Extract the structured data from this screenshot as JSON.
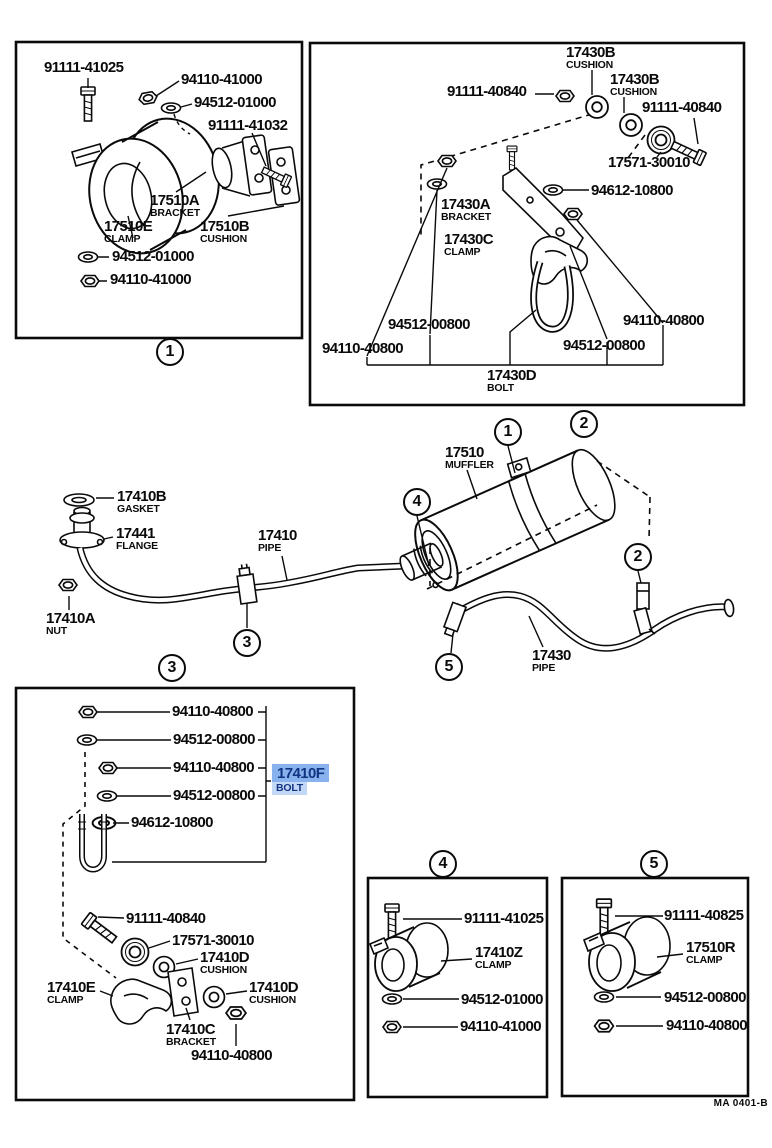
{
  "footer": {
    "code": "MA 0401-B"
  },
  "highlight": {
    "bg": "#88b2ee",
    "bg_light": "#c3d7f7",
    "fg": "#123583"
  },
  "box1": {
    "callout": "1",
    "parts": [
      {
        "number": "91111-41025"
      },
      {
        "number": "94110-41000"
      },
      {
        "number": "94512-01000"
      },
      {
        "number": "91111-41032"
      },
      {
        "number": "17510A",
        "name": "BRACKET"
      },
      {
        "number": "17510E",
        "name": "CLAMP"
      },
      {
        "number": "17510B",
        "name": "CUSHION"
      },
      {
        "number": "94512-01000"
      },
      {
        "number": "94110-41000"
      }
    ]
  },
  "box2": {
    "callout": "2",
    "parts": [
      {
        "number": "17430B",
        "name": "CUSHION"
      },
      {
        "number": "17430B",
        "name": "CUSHION"
      },
      {
        "number": "91111-40840"
      },
      {
        "number": "91111-40840"
      },
      {
        "number": "17571-30010"
      },
      {
        "number": "94612-10800"
      },
      {
        "number": "17430A",
        "name": "BRACKET"
      },
      {
        "number": "17430C",
        "name": "CLAMP"
      },
      {
        "number": "94512-00800"
      },
      {
        "number": "94110-40800"
      },
      {
        "number": "94110-40800"
      },
      {
        "number": "94512-00800"
      },
      {
        "number": "17430D",
        "name": "BOLT"
      }
    ]
  },
  "assembly": {
    "parts": [
      {
        "number": "17510",
        "name": "MUFFLER"
      },
      {
        "number": "17410",
        "name": "PIPE"
      },
      {
        "number": "17410B",
        "name": "GASKET"
      },
      {
        "number": "17441",
        "name": "FLANGE"
      },
      {
        "number": "17410A",
        "name": "NUT"
      },
      {
        "number": "17430",
        "name": "PIPE"
      }
    ],
    "callouts": [
      "1",
      "4",
      "2",
      "5",
      "3"
    ]
  },
  "box3": {
    "callout": "3",
    "parts": [
      {
        "number": "94110-40800"
      },
      {
        "number": "94512-00800"
      },
      {
        "number": "94110-40800"
      },
      {
        "number": "94512-00800"
      },
      {
        "number": "94612-10800"
      },
      {
        "number": "17410F",
        "name": "BOLT",
        "highlighted": true
      },
      {
        "number": "91111-40840"
      },
      {
        "number": "17571-30010"
      },
      {
        "number": "17410D",
        "name": "CUSHION"
      },
      {
        "number": "17410E",
        "name": "CLAMP"
      },
      {
        "number": "17410D",
        "name": "CUSHION"
      },
      {
        "number": "17410C",
        "name": "BRACKET"
      },
      {
        "number": "94110-40800"
      }
    ]
  },
  "box4": {
    "callout": "4",
    "parts": [
      {
        "number": "91111-41025"
      },
      {
        "number": "17410Z",
        "name": "CLAMP"
      },
      {
        "number": "94512-01000"
      },
      {
        "number": "94110-41000"
      }
    ]
  },
  "box5": {
    "callout": "5",
    "parts": [
      {
        "number": "91111-40825"
      },
      {
        "number": "17510R",
        "name": "CLAMP"
      },
      {
        "number": "94512-00800"
      },
      {
        "number": "94110-40800"
      }
    ]
  }
}
